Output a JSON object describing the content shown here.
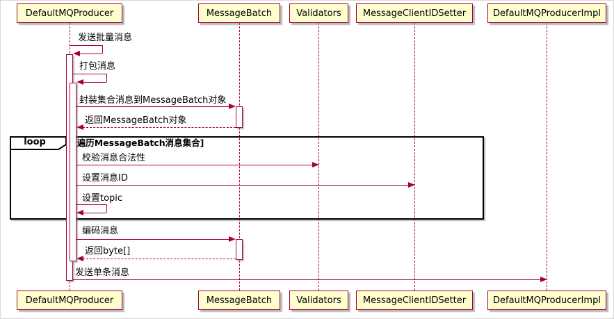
{
  "diagram_type": "uml-sequence-diagram",
  "participants": [
    {
      "name": "DefaultMQProducer"
    },
    {
      "name": "MessageBatch"
    },
    {
      "name": "Validators"
    },
    {
      "name": "MessageClientIDSetter"
    },
    {
      "name": "DefaultMQProducerImpl"
    }
  ],
  "loop_fragment": {
    "operator": "loop",
    "condition": "[遍历MessageBatch消息集合]"
  },
  "messages": [
    {
      "label": "发送批量消息",
      "from": "DefaultMQProducer",
      "to": "DefaultMQProducer",
      "kind": "self-call"
    },
    {
      "label": "打包消息",
      "from": "DefaultMQProducer",
      "to": "DefaultMQProducer",
      "kind": "self-call"
    },
    {
      "label": "封装集合消息到MessageBatch对象",
      "from": "DefaultMQProducer",
      "to": "MessageBatch",
      "kind": "call"
    },
    {
      "label": "返回MessageBatch对象",
      "from": "MessageBatch",
      "to": "DefaultMQProducer",
      "kind": "return"
    },
    {
      "label": "校验消息合法性",
      "from": "DefaultMQProducer",
      "to": "Validators",
      "kind": "call",
      "in_loop": true
    },
    {
      "label": "设置消息ID",
      "from": "DefaultMQProducer",
      "to": "MessageClientIDSetter",
      "kind": "call",
      "in_loop": true
    },
    {
      "label": "设置topic",
      "from": "DefaultMQProducer",
      "to": "DefaultMQProducer",
      "kind": "self-call",
      "in_loop": true
    },
    {
      "label": "编码消息",
      "from": "DefaultMQProducer",
      "to": "MessageBatch",
      "kind": "call"
    },
    {
      "label": "返回byte[]",
      "from": "MessageBatch",
      "to": "DefaultMQProducer",
      "kind": "return"
    },
    {
      "label": "发送单条消息",
      "from": "DefaultMQProducer",
      "to": "DefaultMQProducerImpl",
      "kind": "call"
    }
  ],
  "colors": {
    "participant_fill": "#FEFECE",
    "participant_border": "#A80036",
    "arrow": "#A80036",
    "lifeline": "#A80036",
    "fragment_border": "#000000",
    "text": "#000000",
    "background": "#FFFFFF"
  }
}
